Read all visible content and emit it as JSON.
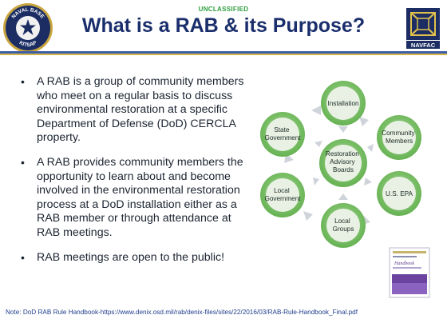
{
  "header": {
    "classification": "UNCLASSIFIED",
    "title": "What is a RAB & its Purpose?",
    "logo_left_text": "NAVAL BASE KITSAP",
    "logo_right_text": "NAVFAC"
  },
  "bullets": [
    "A RAB is a group of community members who meet on a regular basis to discuss environmental restoration at a specific Department of Defense (DoD) CERCLA property.",
    "A RAB provides community members the opportunity to learn about and become involved in the environmental restoration process at a DoD installation either as a RAB member or through attendance at RAB meetings.",
    "RAB meetings are open to the public!"
  ],
  "diagram": {
    "center": [
      "Restoration",
      "Advisory",
      "Boards"
    ],
    "nodes": {
      "installation": [
        "Installation"
      ],
      "community": [
        "Community",
        "Members"
      ],
      "epa": [
        "U.S. EPA"
      ],
      "local_groups": [
        "Local",
        "Groups"
      ],
      "local_gov": [
        "Local",
        "Government"
      ],
      "state_gov": [
        "State",
        "Government"
      ]
    }
  },
  "handbook": {
    "cover_title": "Handbook"
  },
  "note": "Note: DoD RAB Rule Handbook-https://www.denix.osd.mil/rab/denix-files/sites/22/2016/03/RAB-Rule-Handbook_Final.pdf",
  "colors": {
    "title": "#1a2e6c",
    "classification": "#2e9e3e",
    "ring_fill": "#7cc36b",
    "node_fill": "#e9f1e5",
    "link": "#1f3f8c"
  }
}
